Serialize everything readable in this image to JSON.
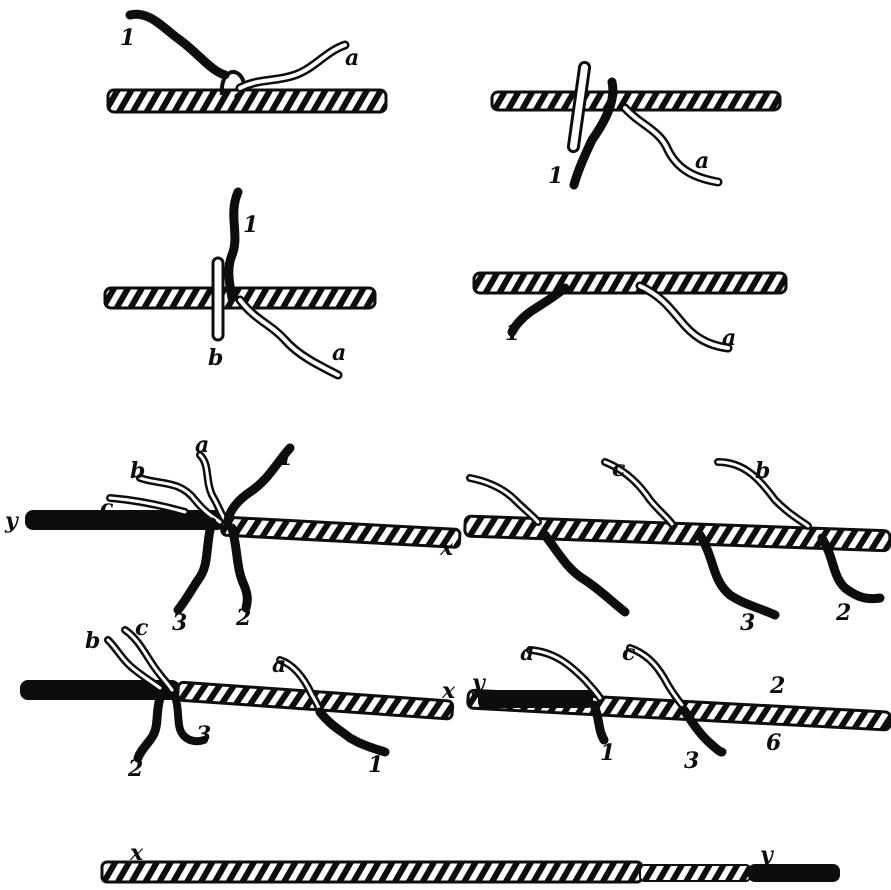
{
  "figures": [
    {
      "id": "fig-1",
      "labels": [
        "1",
        "a"
      ]
    },
    {
      "id": "fig-2",
      "labels": [
        "1",
        "a"
      ]
    },
    {
      "id": "fig-3",
      "labels": [
        "1",
        "b",
        "a"
      ]
    },
    {
      "id": "fig-4",
      "labels": [
        "1",
        "a"
      ]
    },
    {
      "id": "fig-5",
      "labels": [
        "y",
        "b",
        "a",
        "1",
        "c",
        "x",
        "3",
        "2"
      ]
    },
    {
      "id": "fig-6",
      "labels": [
        "c",
        "b",
        "3",
        "2"
      ]
    },
    {
      "id": "fig-7",
      "labels": [
        "b",
        "c",
        "a",
        "x",
        "3",
        "2",
        "1"
      ]
    },
    {
      "id": "fig-8",
      "labels": [
        "y",
        "a",
        "c",
        "2",
        "1",
        "3",
        "6"
      ]
    },
    {
      "id": "fig-9",
      "labels": [
        "x",
        "y"
      ]
    }
  ],
  "colors": {
    "ink": "#0d0d0d",
    "paper": "#ffffff"
  }
}
